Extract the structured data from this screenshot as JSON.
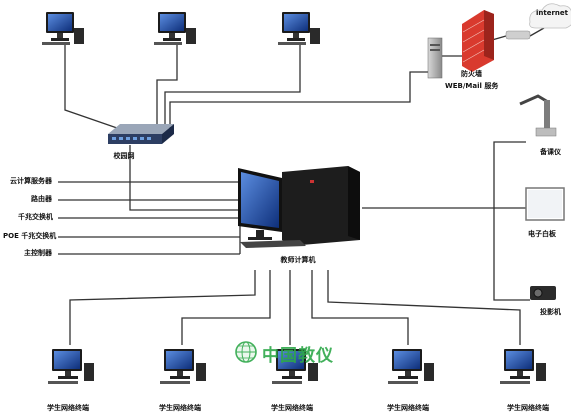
{
  "labels": {
    "internet": "internet",
    "firewall": "防火墙",
    "web_mail": "WEB/Mail 服务",
    "campus": "校园网",
    "teacher": "教师计算机",
    "booth": "备课仪",
    "whiteboard": "电子白板",
    "projector": "投影机"
  },
  "left_devices": [
    "云计算服务器",
    "路由器",
    "千兆交换机",
    "POE 千兆交换机",
    "主控制器"
  ],
  "student_label": "学生网络终端",
  "watermark": "中国教仪",
  "colors": {
    "line": "#333333",
    "firewall": "#d93a2e",
    "watermark": "#2ea84a",
    "screen": "#1f4fa0"
  }
}
